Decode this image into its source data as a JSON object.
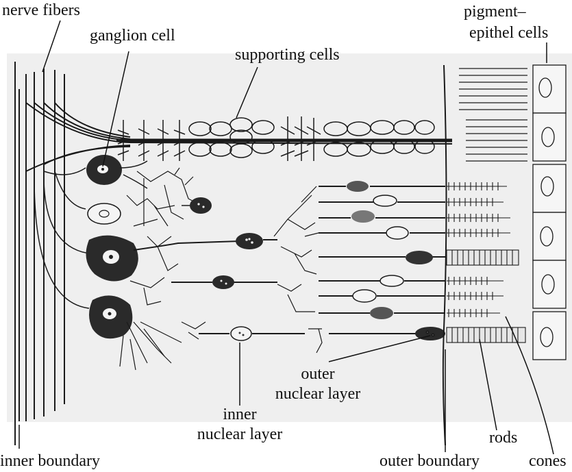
{
  "figure": {
    "labels": {
      "nerve_fibers": "nerve fibers",
      "ganglion_cell": "ganglion cell",
      "supporting_cells": "supporting cells",
      "pigment_line1": "pigment–",
      "pigment_line2": "epithel cells",
      "outer_nuclear_line1": "outer",
      "outer_nuclear_line2": "nuclear layer",
      "inner_nuclear_line1": "inner",
      "inner_nuclear_line2": "nuclear layer",
      "rods": "rods",
      "inner_boundary": "inner boundary",
      "outer_boundary": "outer boundary",
      "cones": "cones"
    },
    "colors": {
      "paper": "#efefef",
      "ink": "#1a1a1a",
      "cell_dark": "#2a2a2a",
      "cell_light": "#f4f4f4"
    }
  }
}
